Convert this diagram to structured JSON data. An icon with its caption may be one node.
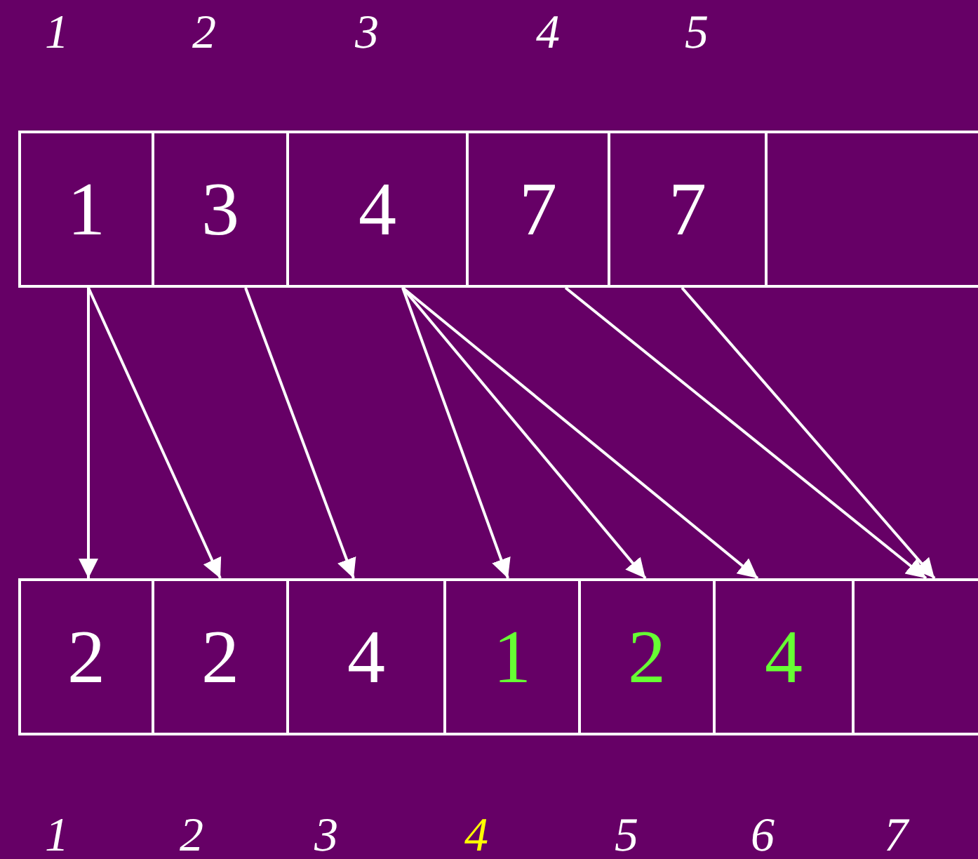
{
  "diagram": {
    "nodes": [
      {
        "text": [
          "1"
        ]
      },
      {
        "text": [
          "3"
        ]
      },
      {
        "text": [
          "4"
        ]
      },
      {
        "text": [
          "7"
        ]
      },
      {
        "text": [
          "7"
        ]
      },
      {
        "text": [],
        "shape": "box"
      },
      {
        "text": [
          "2"
        ]
      },
      {
        "text": [
          "2"
        ]
      },
      {
        "text": [
          "4"
        ]
      },
      {
        "text": [
          "1"
        ]
      },
      {
        "text": [
          "2"
        ]
      },
      {
        "text": [
          "4"
        ]
      },
      {
        "text": [],
        "shape": "box"
      }
    ],
    "edges": [
      {
        "from": 0,
        "to": 6,
        "arrow": "to"
      },
      {
        "from": 0,
        "to": 7,
        "arrow": "to"
      },
      {
        "from": 1,
        "to": 8,
        "arrow": "to"
      },
      {
        "from": 2,
        "to": 9,
        "arrow": "to"
      },
      {
        "from": 2,
        "to": 10,
        "arrow": "to"
      },
      {
        "from": 2,
        "to": 11,
        "arrow": "to"
      },
      {
        "from": 3,
        "to": 12,
        "arrow": "to"
      },
      {
        "from": 4,
        "to": 12,
        "arrow": "to"
      }
    ],
    "labels": [
      "1",
      "2",
      "3",
      "4",
      "5",
      "1",
      "2",
      "3",
      "4",
      "5",
      "6",
      "7"
    ]
  }
}
